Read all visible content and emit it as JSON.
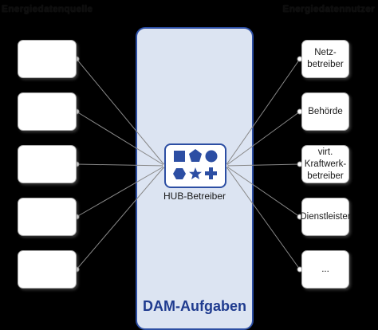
{
  "headers": {
    "left": "Energiedatenquelle",
    "right": "Energiedatennutzer"
  },
  "panel": {
    "title": "DAM-Aufgaben"
  },
  "hub": {
    "label": "HUB-Betreiber",
    "icons": [
      "square-icon",
      "pentagon-icon",
      "circle-icon",
      "hexagon-icon",
      "star-icon",
      "cross-icon"
    ]
  },
  "sources": [
    "",
    "",
    "",
    "",
    ""
  ],
  "consumers": [
    "Netz-\nbetreiber",
    "Behörde",
    "virt.\nKraftwerk-\nbetreiber",
    "Dienstleister",
    "..."
  ],
  "colors": {
    "background": "#000000",
    "panel_fill": "#dce4f2",
    "accent_blue": "#2c4ea3",
    "title_blue": "#1f3b8f",
    "connector": "#888888"
  }
}
